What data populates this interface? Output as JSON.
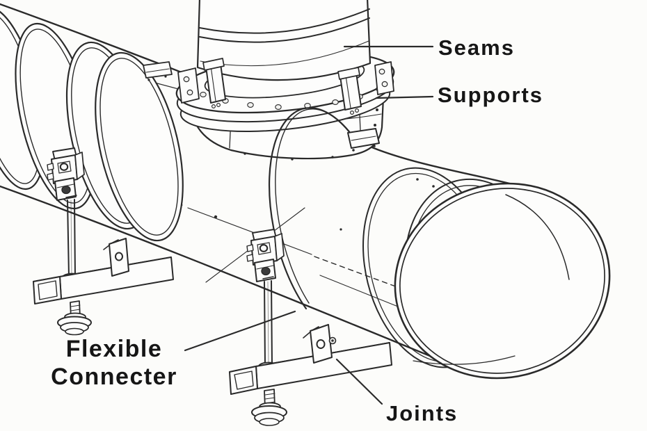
{
  "illustration": {
    "kind": "technical-line-drawing",
    "subject_parts": [
      "duct",
      "branch duct",
      "clamp collar",
      "support stands"
    ]
  },
  "labels": {
    "seams": "Seams",
    "supports": "Supports",
    "flexible_connecter": "Flexible Connecter",
    "joints": "Joints"
  },
  "colors": {
    "background": "#fcfcfa",
    "line": "#2a2a2a",
    "text": "#161616"
  }
}
